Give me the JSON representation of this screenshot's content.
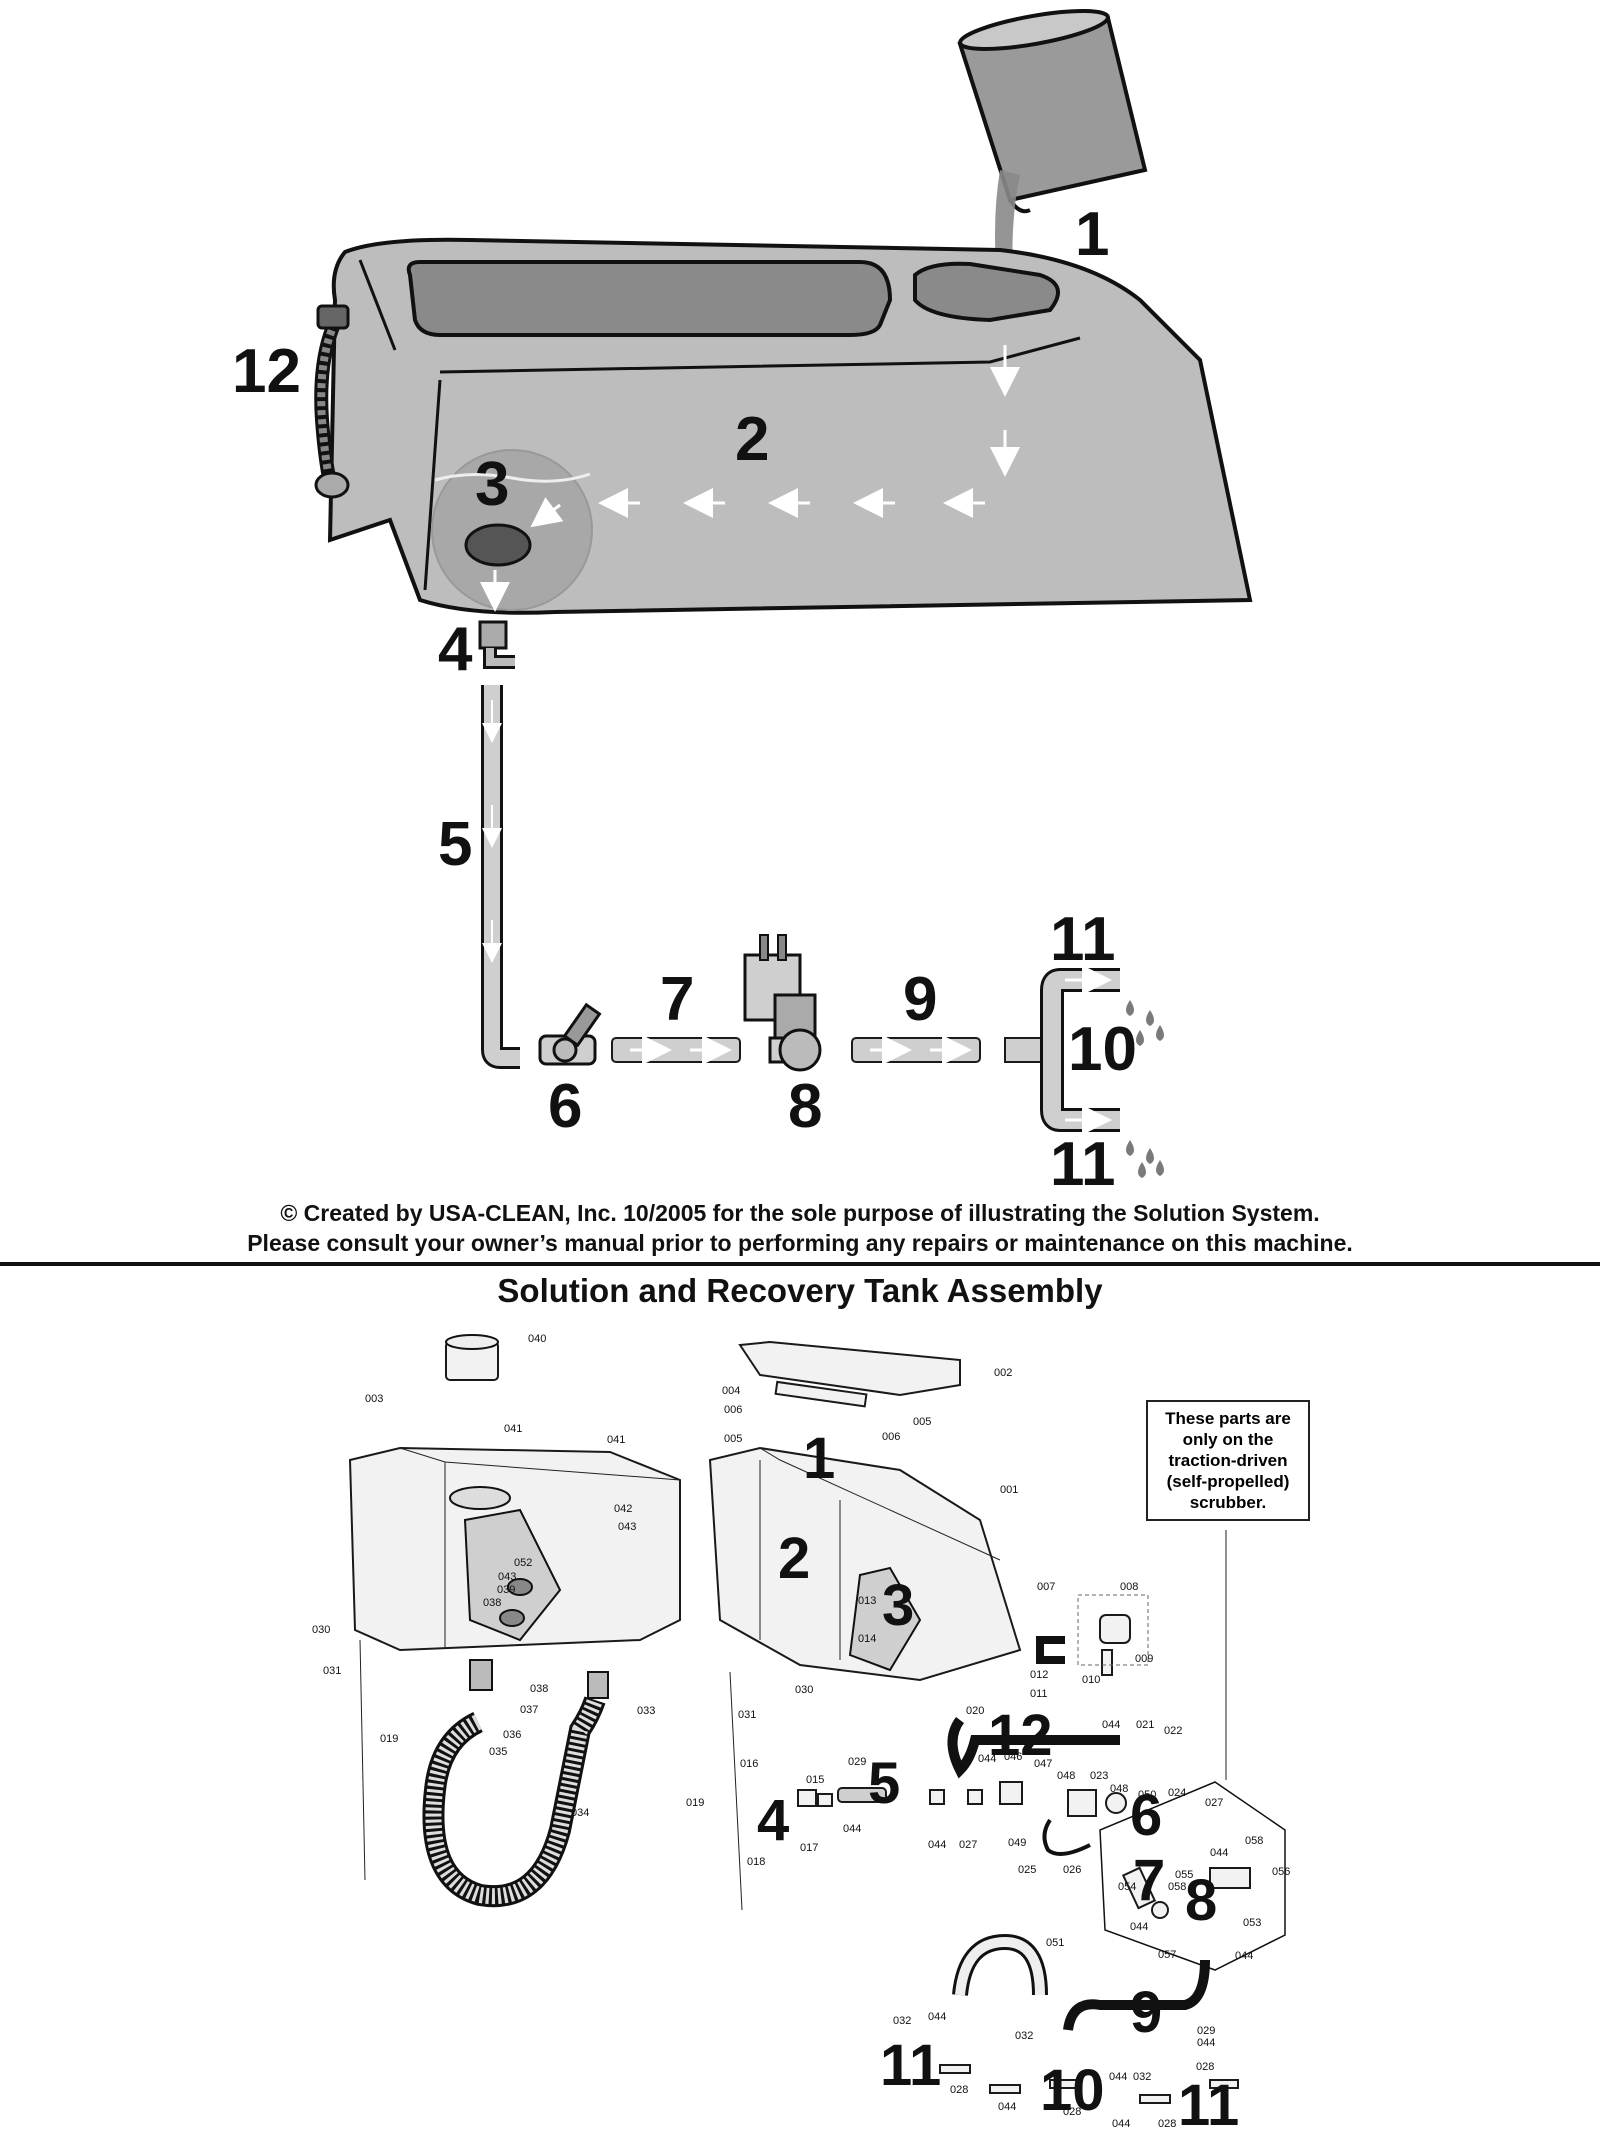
{
  "upper_labels": {
    "step1": "1",
    "step2": "2",
    "step3": "3",
    "step4": "4",
    "step5": "5",
    "step6": "6",
    "step7": "7",
    "step8": "8",
    "step9": "9",
    "step10": "10",
    "step11a": "11",
    "step11b": "11",
    "step12": "12"
  },
  "copyright_line1": "© Created by USA-CLEAN, Inc. 10/2005 for the sole purpose of illustrating the Solution System.",
  "copyright_line2": "Please consult your owner’s manual prior to performing any repairs or maintenance on this machine.",
  "assembly_title": "Solution and Recovery Tank Assembly",
  "note_text": "These parts are only on the traction-driven (self-propelled) scrubber.",
  "lower_big_labels": {
    "l1": "1",
    "l2": "2",
    "l3": "3",
    "l4": "4",
    "l5": "5",
    "l6": "6",
    "l7": "7",
    "l8": "8",
    "l9": "9",
    "l10": "10",
    "l11a": "11",
    "l11b": "11",
    "l12": "12"
  },
  "part_numbers": {
    "p040": "040",
    "p003": "003",
    "p041a": "041",
    "p041b": "041",
    "p042": "042",
    "p043a": "043",
    "p052": "052",
    "p043b": "043",
    "p039": "039",
    "p038a": "038",
    "p030a": "030",
    "p031a": "031",
    "p038b": "038",
    "p037": "037",
    "p036": "036",
    "p035": "035",
    "p033": "033",
    "p034": "034",
    "p019a": "019",
    "p002": "002",
    "p004": "004",
    "p006a": "006",
    "p005a": "005",
    "p006b": "006",
    "p005b": "005",
    "p001": "001",
    "p007": "007",
    "p008": "008",
    "p009": "009",
    "p010": "010",
    "p012": "012",
    "p011": "011",
    "p013": "013",
    "p014": "014",
    "p030b": "030",
    "p031b": "031",
    "p019b": "019",
    "p016": "016",
    "p015": "015",
    "p017": "017",
    "p018": "018",
    "p044a": "044",
    "p029a": "029",
    "p020": "020",
    "p044b": "044",
    "p046": "046",
    "p047": "047",
    "p048a": "048",
    "p023": "023",
    "p048b": "048",
    "p050": "050",
    "p024": "024",
    "p044c": "044",
    "p021": "021",
    "p022": "022",
    "p044d": "044",
    "p027a": "027",
    "p049": "049",
    "p025": "025",
    "p026": "026",
    "p027b": "027",
    "p044e": "044",
    "p058a": "058",
    "p056": "056",
    "p055": "055",
    "p054": "054",
    "p058b": "058",
    "p053": "053",
    "p044f": "044",
    "p057": "057",
    "p044g": "044",
    "p051": "051",
    "p029b": "029",
    "p032a": "032",
    "p044h": "044",
    "p032b": "032",
    "p028a": "028",
    "p044i": "044",
    "p028b": "028",
    "p044j": "044",
    "p032c": "032",
    "p044k": "044",
    "p028c": "028",
    "p044l": "044",
    "p028d": "028"
  },
  "colors": {
    "tank": "#bdbdbd",
    "highlight": "#e6e6e6",
    "ink": "#111111",
    "drops": "#7a7a7a"
  }
}
